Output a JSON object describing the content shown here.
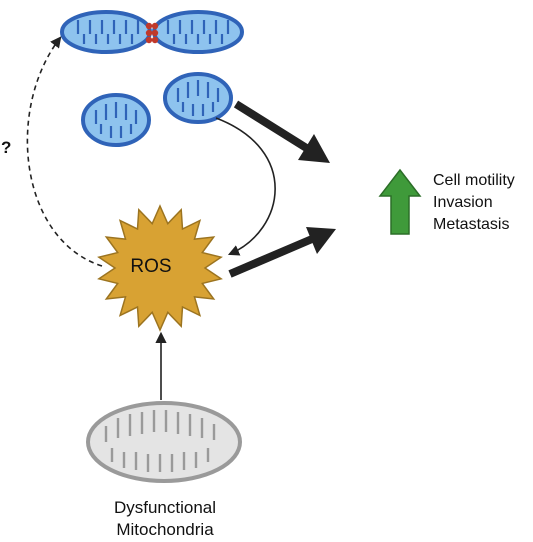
{
  "ros": {
    "label": "ROS"
  },
  "outcomes": {
    "items": [
      "Cell motility",
      "Invasion",
      "Metastasis"
    ],
    "arrow_color": "#3f9a3a"
  },
  "question": {
    "label": "?"
  },
  "dysfunctional": {
    "line1": "Dysfunctional",
    "line2": "Mitochondria"
  },
  "colors": {
    "mito_blue_fill": "#8ec3ee",
    "mito_blue_outline": "#2f63b8",
    "ros_fill": "#d8a233",
    "ros_outline": "#9c7420",
    "grey_mito_fill": "#e4e4e4",
    "grey_mito_outline": "#9a9a9a",
    "fission_dots": "#c0392b",
    "arrow": "#222222"
  }
}
